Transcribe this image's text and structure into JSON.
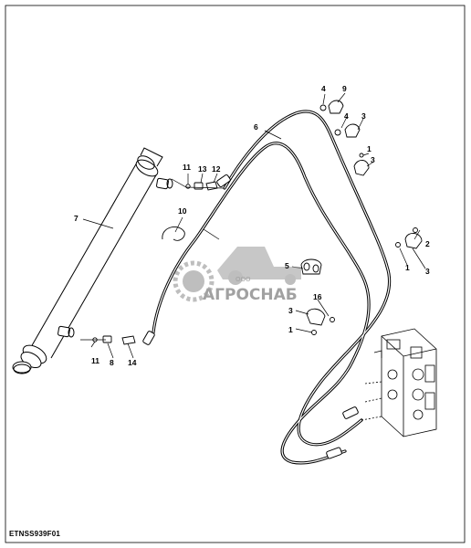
{
  "figure_code": "ETNSS939F01",
  "watermark": {
    "small": "ООО",
    "brand": "АГРОСНАБ"
  },
  "callouts": {
    "c1a": "1",
    "c1b": "1",
    "c1c": "1",
    "c2": "2",
    "c3a": "3",
    "c3b": "3",
    "c3c": "3",
    "c3d": "3",
    "c4a": "4",
    "c4b": "4",
    "c5": "5",
    "c6": "6",
    "c7": "7",
    "c8": "8",
    "c9": "9",
    "c10": "10",
    "c11a": "11",
    "c11b": "11",
    "c12": "12",
    "c13": "13",
    "c14": "14",
    "c16": "16"
  },
  "colors": {
    "line": "#000000",
    "watermark": "#8a8a8a",
    "background": "#ffffff"
  }
}
